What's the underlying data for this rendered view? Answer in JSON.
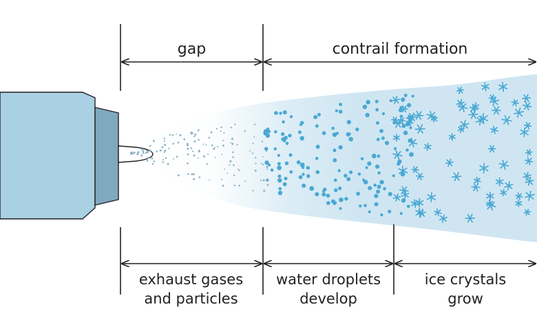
{
  "labels": {
    "gap": "gap",
    "contrail_formation": "contrail formation",
    "exhaust_line1": "exhaust gases",
    "exhaust_line2": "and particles",
    "droplets_line1": "water droplets",
    "droplets_line2": "develop",
    "ice_line1": "ice crystals",
    "ice_line2": "grow"
  },
  "colors": {
    "engine_body": "#a9d0e3",
    "engine_nozzle": "#7fa9bf",
    "plume": "#cfe6f2",
    "droplet": "#4aa8d3",
    "particle": "#8fb3c3",
    "ice_crystal": "#4aa8d3",
    "line": "#231f20"
  },
  "icons": {
    "jet_engine": "jet-engine-icon",
    "ice_crystal": "snowflake-icon",
    "water_droplet": "droplet-icon"
  }
}
